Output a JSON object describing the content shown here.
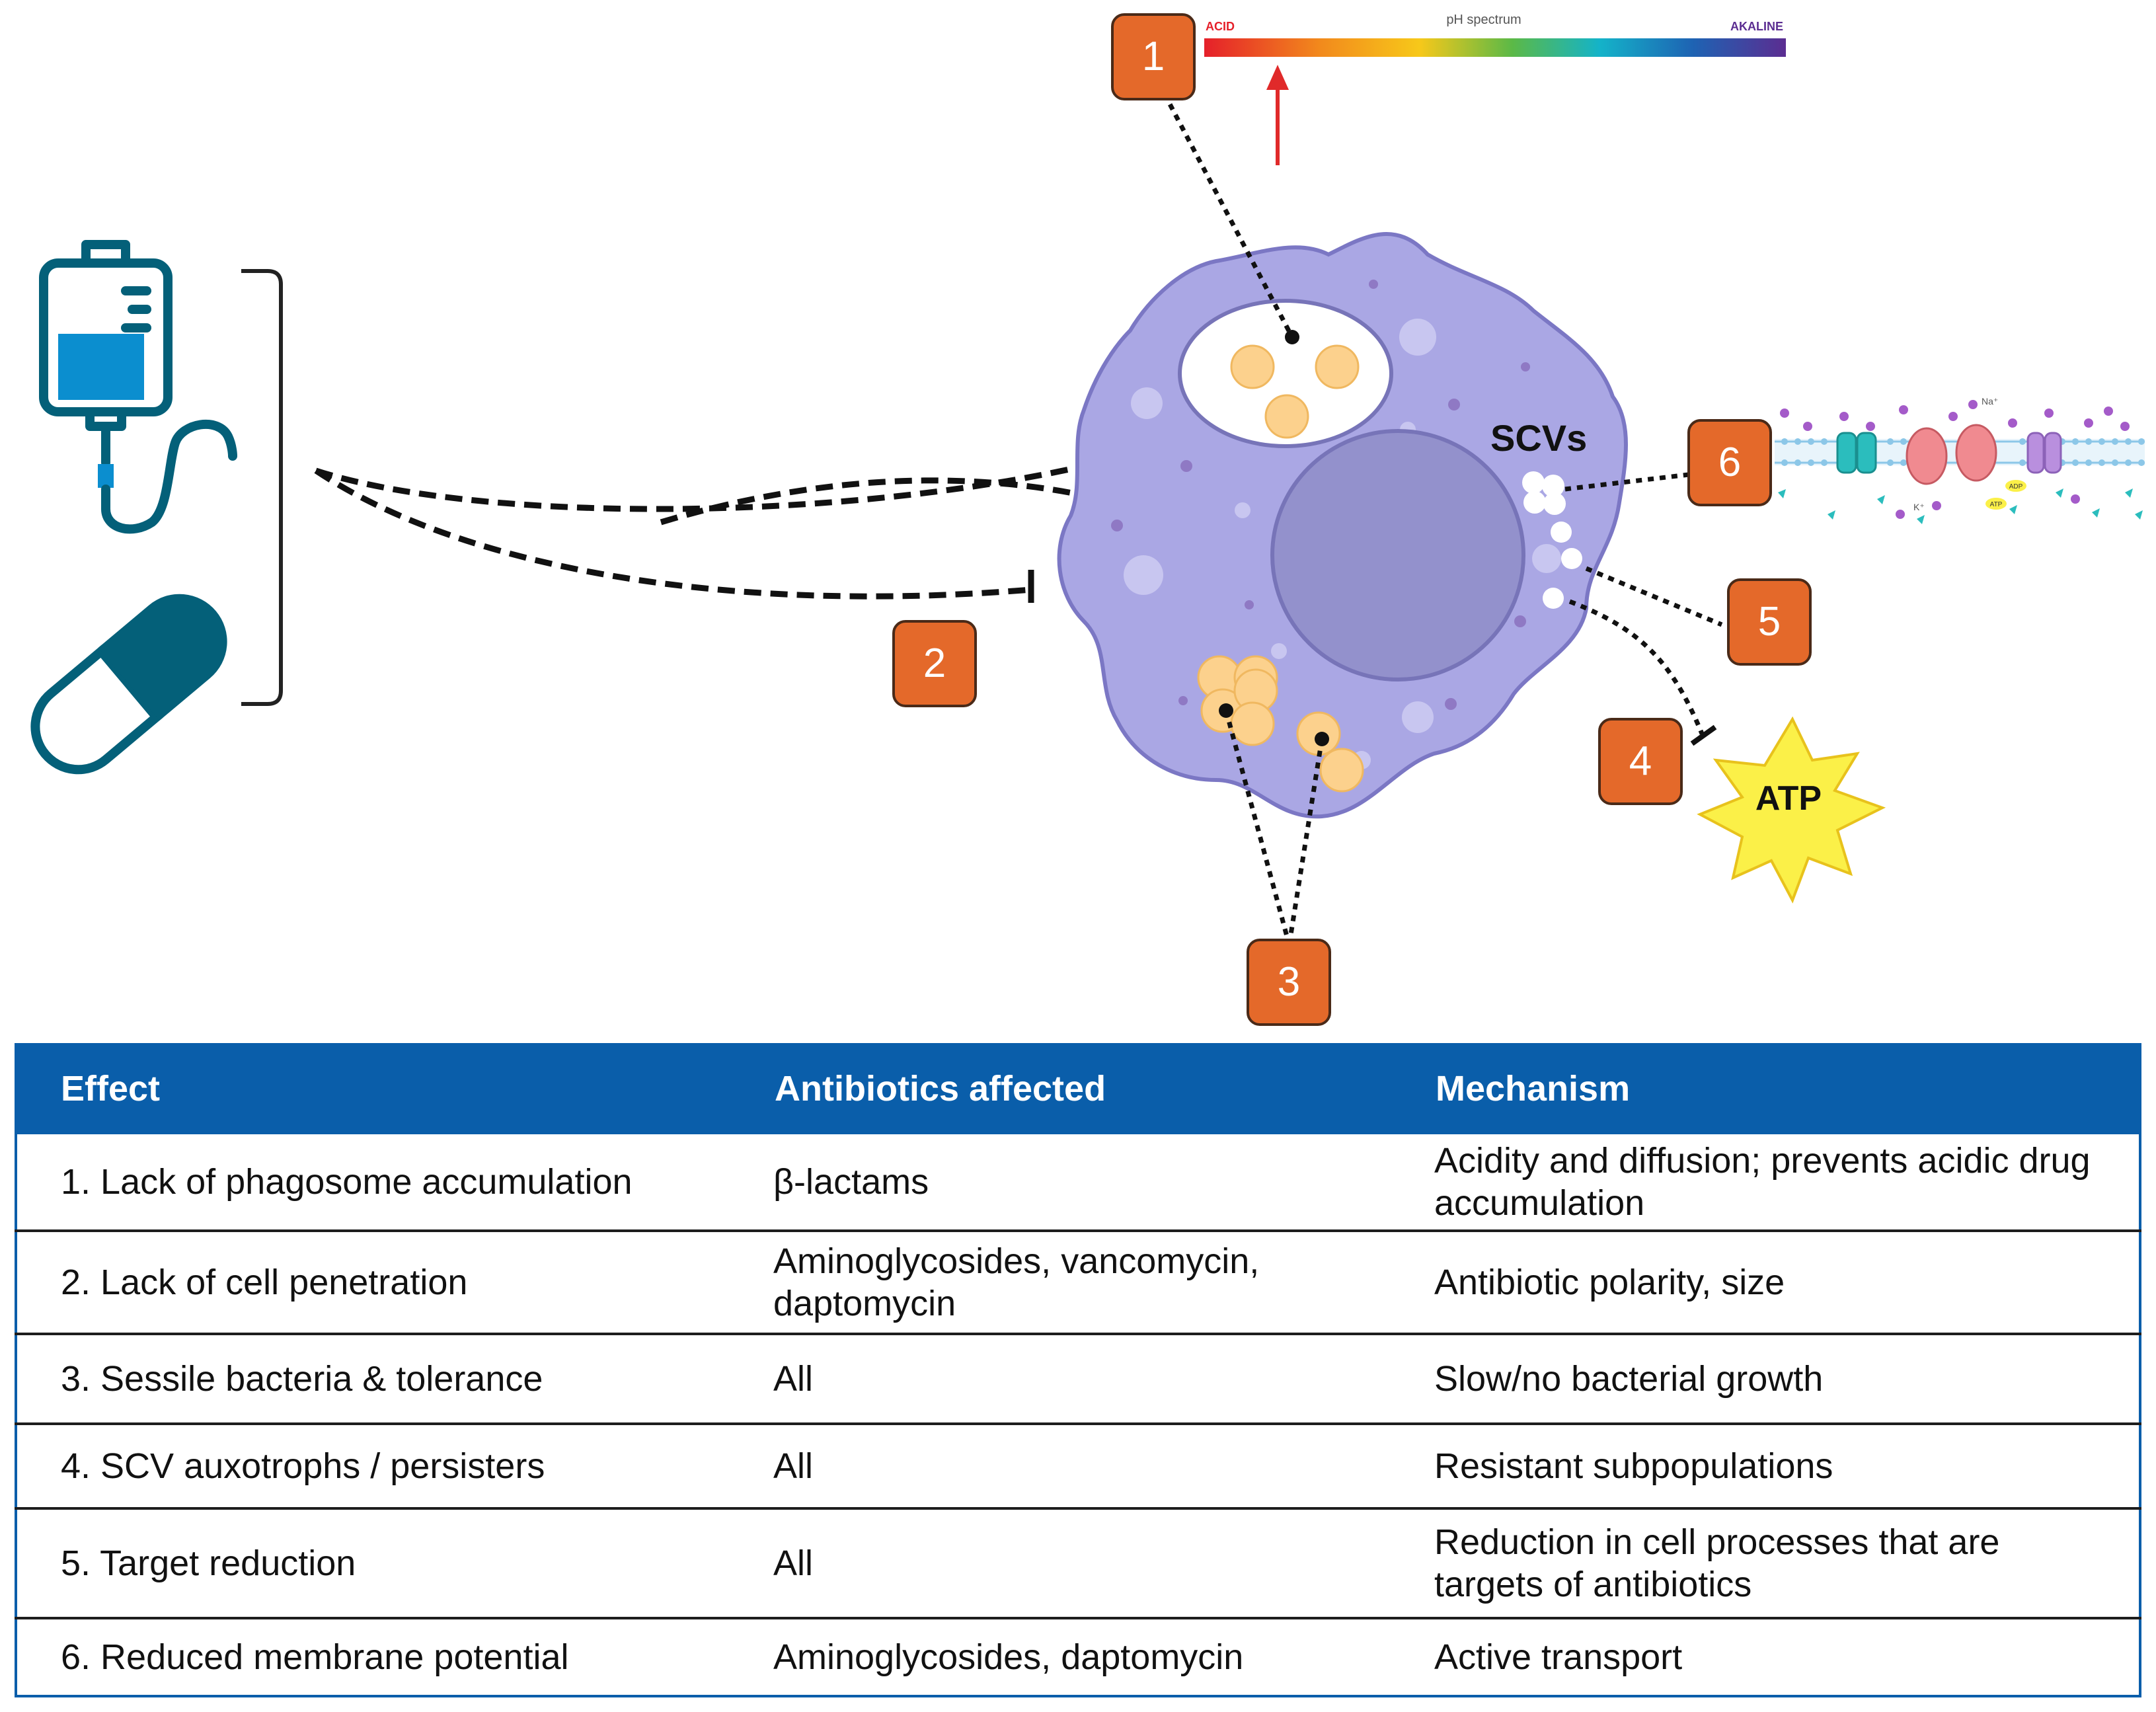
{
  "ph_bar": {
    "title": "pH spectrum",
    "left_label": "ACID",
    "right_label": "AKALINE",
    "gradient_colors": [
      "#e5202a",
      "#f28a1c",
      "#f7c81a",
      "#5bb947",
      "#14b3c9",
      "#1e63b3",
      "#5b2d91"
    ]
  },
  "labels": {
    "scvs": "SCVs",
    "atp": "ATP",
    "na": "Na⁺",
    "k": "K⁺",
    "adp": "ADP",
    "atp_small": "ATP"
  },
  "markers": [
    "1",
    "2",
    "3",
    "4",
    "5",
    "6"
  ],
  "icons": [
    "iv-bag-icon",
    "capsule-icon"
  ],
  "colors": {
    "marker_orange": "#e4692a",
    "cell_fill": "#aaa7e4",
    "nucleus_fill": "#9391cc",
    "bacteria_fill": "#fcd18d",
    "atp_star": "#fbf048",
    "icon_blue": "#0b8ecf",
    "icon_dark": "#046079",
    "table_header": "#0a5eaa"
  },
  "table": {
    "headers": [
      "Effect",
      "Antibiotics affected",
      "Mechanism"
    ],
    "rows": [
      {
        "effect": "1.  Lack of phagosome accumulation",
        "antibiotics": "β-lactams",
        "mechanism": "Acidity and diffusion; prevents acidic drug accumulation"
      },
      {
        "effect": "2.  Lack of cell penetration",
        "antibiotics": "Aminoglycosides, vancomycin, daptomycin",
        "mechanism": "Antibiotic polarity, size"
      },
      {
        "effect": "3.  Sessile bacteria & tolerance",
        "antibiotics": "All",
        "mechanism": "Slow/no bacterial growth"
      },
      {
        "effect": "4.  SCV auxotrophs / persisters",
        "antibiotics": "All",
        "mechanism": "Resistant subpopulations"
      },
      {
        "effect": "5.  Target reduction",
        "antibiotics": "All",
        "mechanism": "Reduction in cell processes that are targets of antibiotics"
      },
      {
        "effect": "6.  Reduced membrane potential",
        "antibiotics": "Aminoglycosides, daptomycin",
        "mechanism": "Active transport"
      }
    ]
  }
}
